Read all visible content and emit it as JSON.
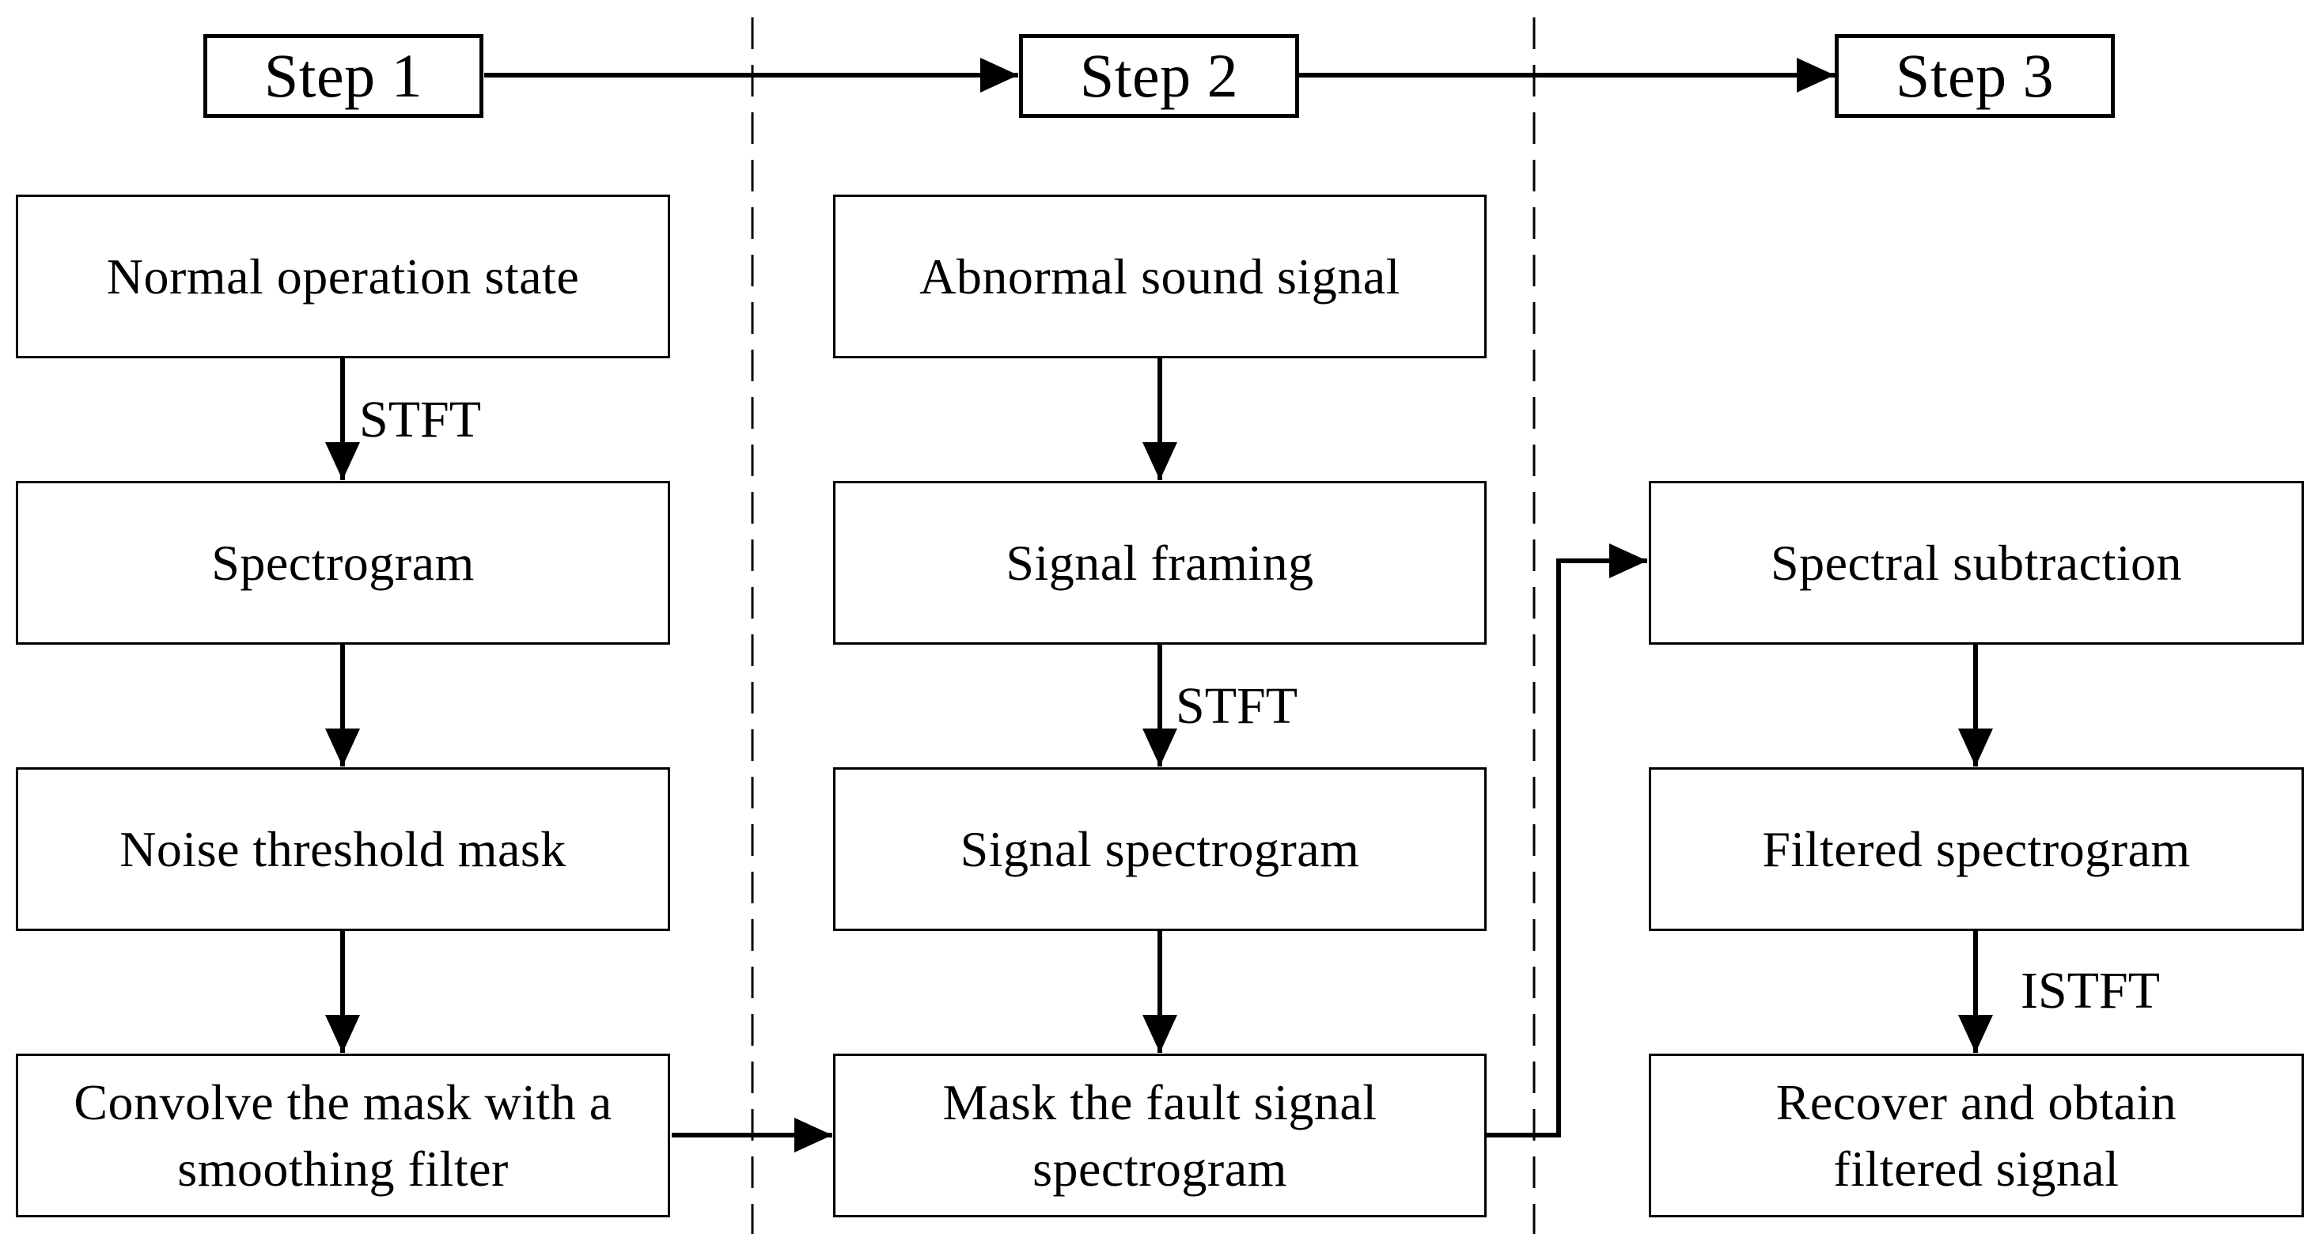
{
  "steps": {
    "step1": "Step 1",
    "step2": "Step 2",
    "step3": "Step 3"
  },
  "column1": {
    "box1": "Normal operation state",
    "box2": "Spectrogram",
    "box3": "Noise threshold mask",
    "box4": "Convolve the mask with a smoothing filter",
    "arrow1_label": "STFT"
  },
  "column2": {
    "box1": "Abnormal sound signal",
    "box2": "Signal framing",
    "box3": "Signal spectrogram",
    "box4": "Mask the fault signal spectrogram",
    "arrow2_label": "STFT"
  },
  "column3": {
    "box1": "Spectral subtraction",
    "box2": "Filtered spectrogram",
    "box3": "Recover and obtain filtered signal",
    "arrow2_label": "ISTFT"
  },
  "colors": {
    "line": "#000000",
    "background": "#ffffff"
  }
}
